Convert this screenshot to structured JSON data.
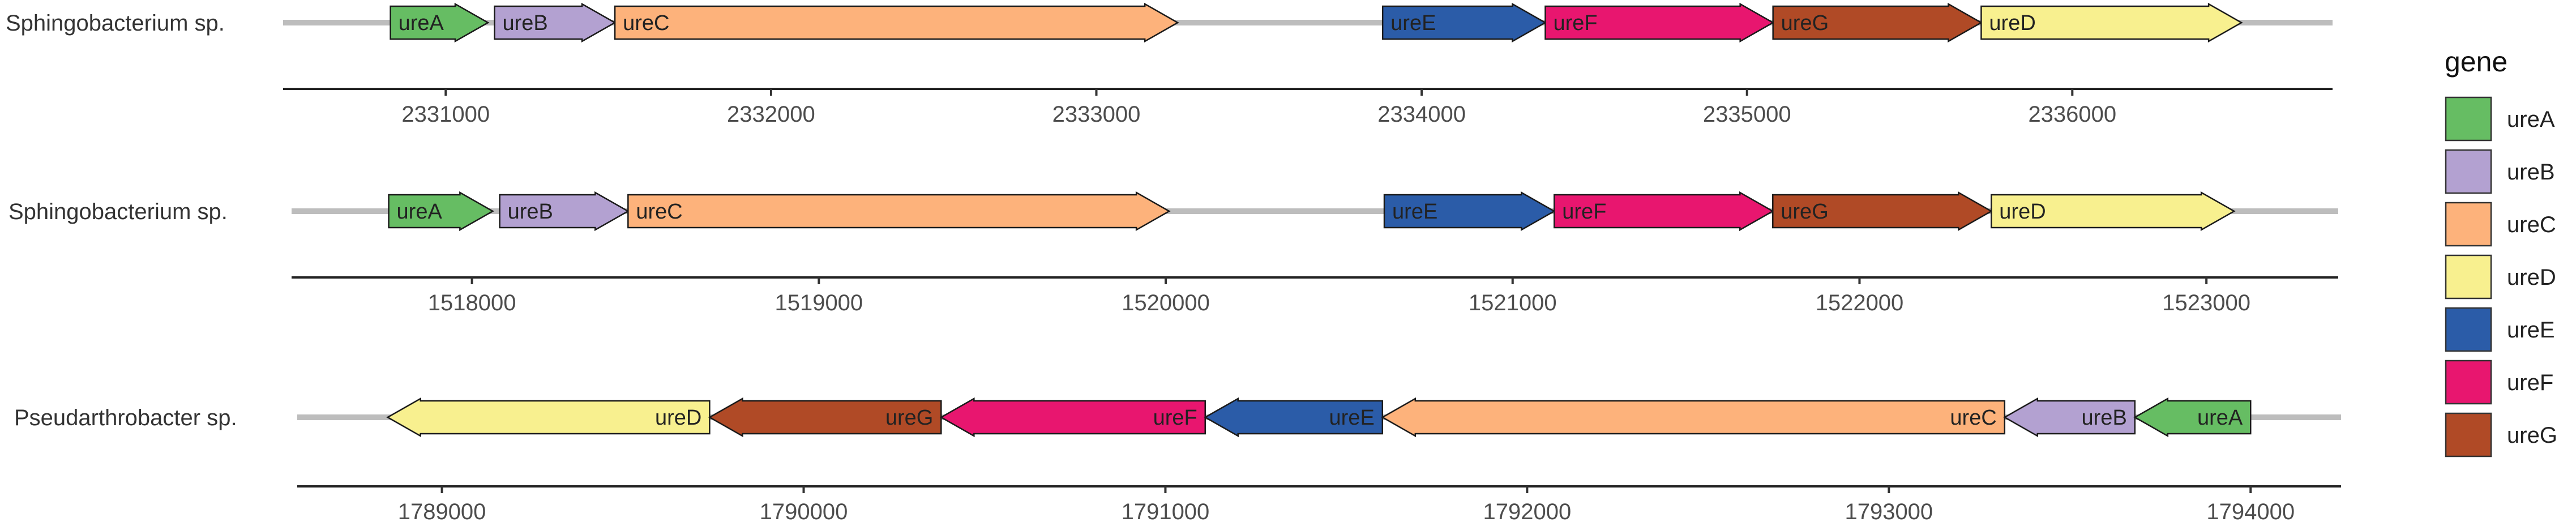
{
  "legend": {
    "title": "gene",
    "items": [
      {
        "gene": "ureA",
        "color": "#66bd63"
      },
      {
        "gene": "ureB",
        "color": "#b3a1d1"
      },
      {
        "gene": "ureC",
        "color": "#fdb27b"
      },
      {
        "gene": "ureD",
        "color": "#f8f08f"
      },
      {
        "gene": "ureE",
        "color": "#2b5ca8"
      },
      {
        "gene": "ureF",
        "color": "#e8166f"
      },
      {
        "gene": "ureG",
        "color": "#b04a26"
      }
    ]
  },
  "chart_data": {
    "type": "gene-arrow-map",
    "legend_title": "gene",
    "legend_position": "right",
    "grid": false,
    "tracks": [
      {
        "genome": "Sphingobacterium sp.",
        "xlim": [
          2330500,
          2336800
        ],
        "ticks": [
          2331000,
          2332000,
          2333000,
          2334000,
          2335000,
          2336000
        ],
        "tick_labels": [
          "2331000",
          "2332000",
          "2333000",
          "2334000",
          "2335000",
          "2336000"
        ],
        "genes": [
          {
            "gene": "ureA",
            "start": 2330830,
            "end": 2331130
          },
          {
            "gene": "ureB",
            "start": 2331150,
            "end": 2331520
          },
          {
            "gene": "ureC",
            "start": 2331520,
            "end": 2333250
          },
          {
            "gene": "ureE",
            "start": 2333880,
            "end": 2334380
          },
          {
            "gene": "ureF",
            "start": 2334380,
            "end": 2335080
          },
          {
            "gene": "ureG",
            "start": 2335080,
            "end": 2335720
          },
          {
            "gene": "ureD",
            "start": 2335720,
            "end": 2336520
          }
        ]
      },
      {
        "genome": "Sphingobacterium sp.",
        "xlim": [
          1517480,
          1523380
        ],
        "ticks": [
          1518000,
          1519000,
          1520000,
          1521000,
          1522000,
          1523000
        ],
        "tick_labels": [
          "1518000",
          "1519000",
          "1520000",
          "1521000",
          "1522000",
          "1523000"
        ],
        "genes": [
          {
            "gene": "ureA",
            "start": 1517760,
            "end": 1518060
          },
          {
            "gene": "ureB",
            "start": 1518080,
            "end": 1518450
          },
          {
            "gene": "ureC",
            "start": 1518450,
            "end": 1520010
          },
          {
            "gene": "ureE",
            "start": 1520630,
            "end": 1521120
          },
          {
            "gene": "ureF",
            "start": 1521120,
            "end": 1521750
          },
          {
            "gene": "ureG",
            "start": 1521750,
            "end": 1522380
          },
          {
            "gene": "ureD",
            "start": 1522380,
            "end": 1523080
          }
        ]
      },
      {
        "genome": "Pseudarthrobacter sp.",
        "xlim": [
          1788600,
          1794250
        ],
        "ticks": [
          1789000,
          1790000,
          1791000,
          1792000,
          1793000,
          1794000
        ],
        "tick_labels": [
          "1789000",
          "1790000",
          "1791000",
          "1792000",
          "1793000",
          "1794000"
        ],
        "genes": [
          {
            "gene": "ureD",
            "start": 1789740,
            "end": 1788850
          },
          {
            "gene": "ureG",
            "start": 1790380,
            "end": 1789740
          },
          {
            "gene": "ureF",
            "start": 1791110,
            "end": 1790380
          },
          {
            "gene": "ureE",
            "start": 1791600,
            "end": 1791110
          },
          {
            "gene": "ureC",
            "start": 1793320,
            "end": 1791600
          },
          {
            "gene": "ureB",
            "start": 1793680,
            "end": 1793320
          },
          {
            "gene": "ureA",
            "start": 1794000,
            "end": 1793680
          }
        ]
      }
    ]
  }
}
